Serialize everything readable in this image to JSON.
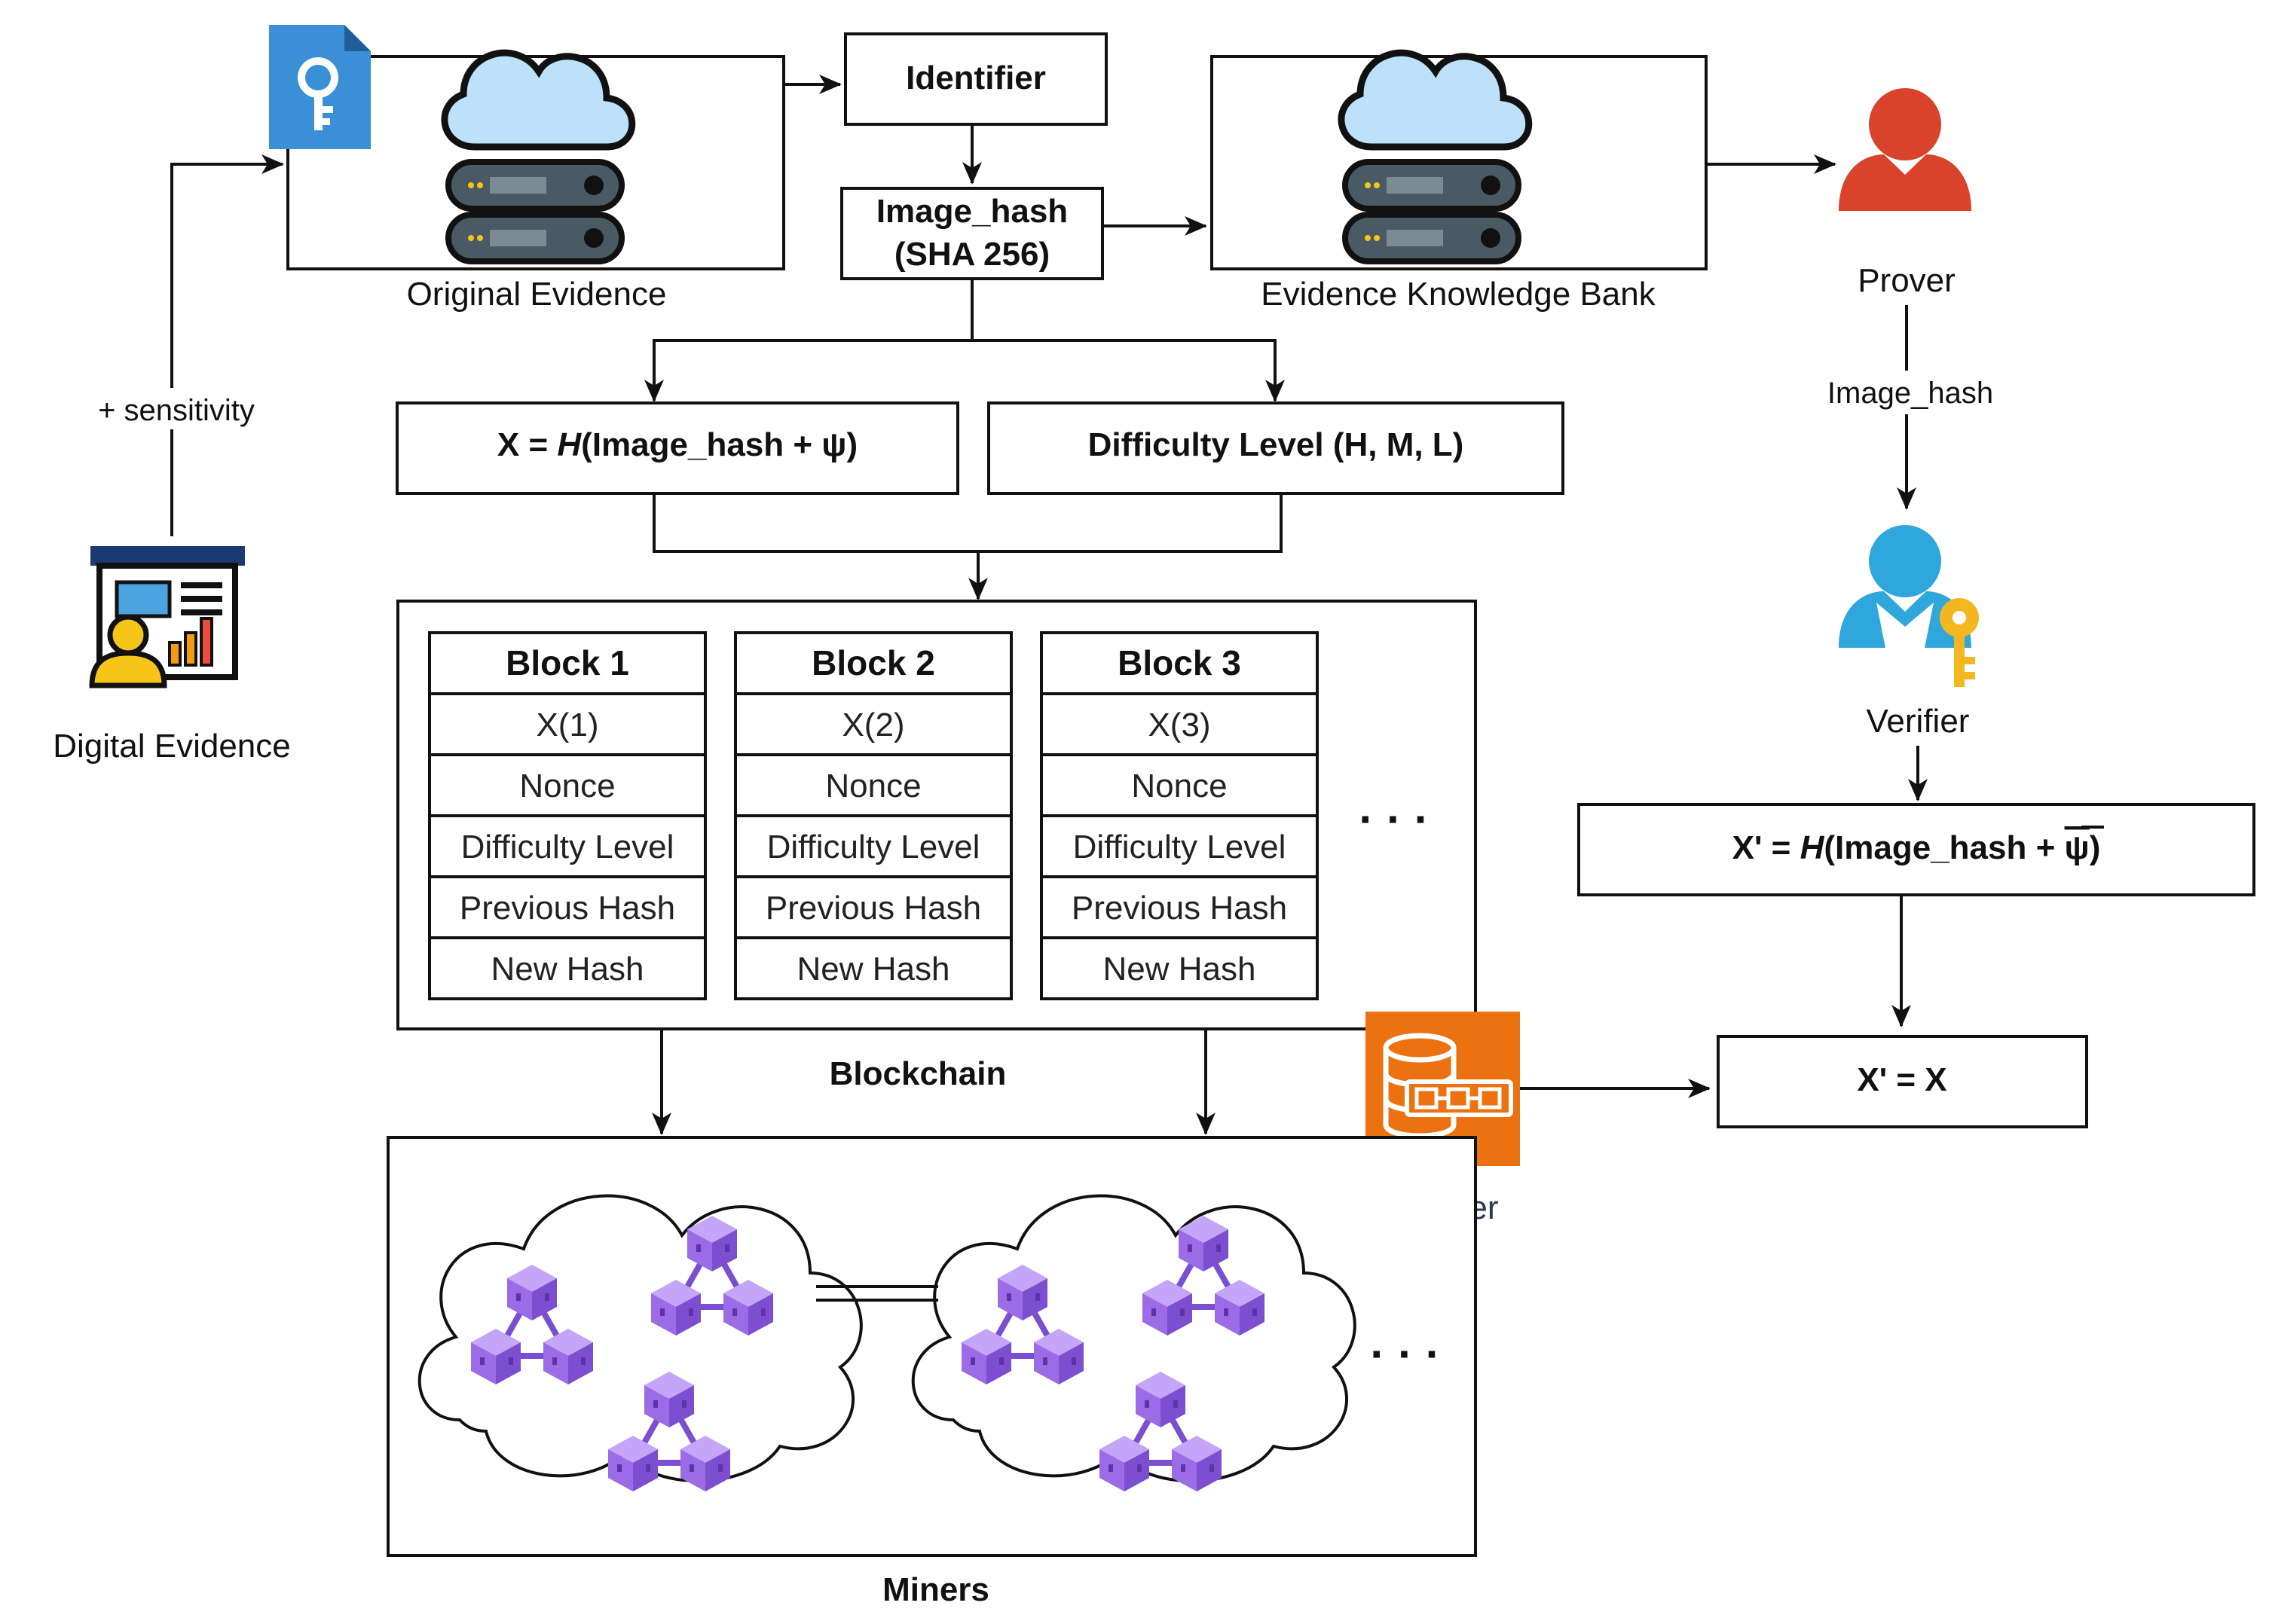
{
  "labels": {
    "identifier": "Identifier",
    "image_hash_line1": "Image_hash",
    "image_hash_line2": "(SHA 256)",
    "original_evidence": "Original Evidence",
    "evidence_bank": "Evidence Knowledge Bank",
    "prover": "Prover",
    "verifier": "Verifier",
    "sensitivity": "+ sensitivity",
    "digital_evidence": "Digital Evidence",
    "image_hash_edge": "Image_hash",
    "x_formula": {
      "prefix": "X = ",
      "func": "H",
      "suffix": "(Image_hash + ψ)"
    },
    "difficulty": "Difficulty Level (H, M, L)",
    "x_prime_formula": {
      "prefix": "X' = ",
      "func": "H",
      "body": "(Image_hash + ",
      "psi": "ψ",
      "close": ")"
    },
    "x_prime_equals": "X' = X",
    "blockchain": "Blockchain",
    "ledger": "Ledger",
    "miners": "Miners",
    "ellipsis": "· · ·"
  },
  "blocks": [
    {
      "title": "Block 1",
      "rows": [
        "X(1)",
        "Nonce",
        "Difficulty Level",
        "Previous Hash",
        "New Hash"
      ]
    },
    {
      "title": "Block 2",
      "rows": [
        "X(2)",
        "Nonce",
        "Difficulty Level",
        "Previous Hash",
        "New Hash"
      ]
    },
    {
      "title": "Block 3",
      "rows": [
        "X(3)",
        "Nonce",
        "Difficulty Level",
        "Previous Hash",
        "New Hash"
      ]
    }
  ],
  "colors": {
    "cloud_fill": "#bde0fb",
    "server": "#4a5a64",
    "server_led": "#f5c518",
    "doc_key": "#3a8fd6",
    "prover": "#d9432b",
    "verifier": "#2fa7dd",
    "key": "#f3b81f",
    "ledger": "#ec7211",
    "miner_cube": "#9b6ce5"
  },
  "icons": [
    "key-document-icon",
    "cloud-server-icon",
    "prover-person-icon",
    "verifier-person-icon",
    "digital-evidence-icon",
    "ledger-icon",
    "miner-cube-icon"
  ]
}
